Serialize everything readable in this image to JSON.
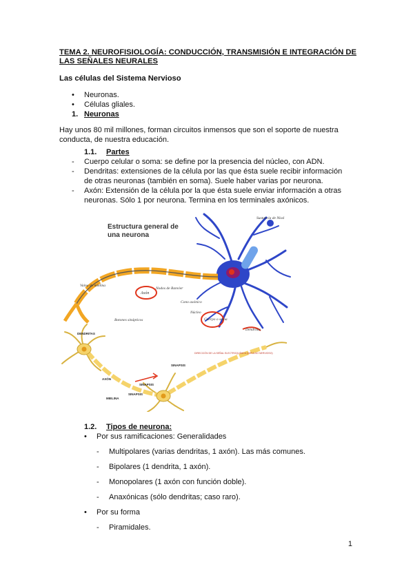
{
  "title": "TEMA 2. NEUROFISIOLOGÍA: CONDUCCIÓN, TRANSMISIÓN E INTEGRACIÓN DE LAS SEÑALES NEURALES",
  "section_heading": "Las células del Sistema Nervioso",
  "top_bullets": [
    "Neuronas.",
    "Células gliales."
  ],
  "section1": {
    "number": "1.",
    "label": "Neuronas"
  },
  "intro_lines": [
    "Hay unos 80 mil millones, forman circuitos inmensos que son el soporte de nuestra",
    "conducta, de nuestra educación."
  ],
  "sub11": {
    "number": "1.1.",
    "label": "Partes"
  },
  "parts_lines": [
    "Cuerpo celular o soma: se define por la presencia del núcleo, con ADN.",
    "Dendritas: extensiones de la célula por las que ésta suele recibir información",
    "de otras neuronas (también en soma). Suele haber varias por neurona.",
    "Axón: Extensión de la célula por la que ésta suele enviar información a otras",
    "neuronas. Sólo 1 por neurona. Termina en los terminales axónicos."
  ],
  "figure": {
    "heading_line1": "Estructura general de",
    "heading_line2": "una neurona",
    "labels": {
      "sustancia": "Sustancia de Nissl",
      "vaina": "Vaina de mielina",
      "nodos": "Nodos de Ranvier",
      "axon": "Axón",
      "cono": "Cono axónico",
      "nucleo": "Núcleo",
      "cuerpo": "Cuerpo o soma",
      "dendritas": "Dendritas",
      "botones": "Botones sinápticos"
    },
    "lower_labels": {
      "dendritas": "DENDRITAS",
      "direccion": "DIRECCIÓN DE LA SEÑAL ELECTROQUÍMICA (IMPULSO NERVIOSO)",
      "sinapsis1": "SINAPSIS",
      "axon": "AXÓN",
      "sinapsis2": "SINAPSIS",
      "sinapsis3": "SINAPSIS",
      "mielina": "MIELINA"
    },
    "colors": {
      "neuron_blue": "#2e46c8",
      "axon_orange": "#f2a623",
      "circle_red": "#e0341b",
      "yellow_neuron": "#f5d36a"
    }
  },
  "sub12": {
    "number": "1.2.",
    "label": "Tipos de neurona:"
  },
  "ramificaciones": "Por sus ramificaciones: Generalidades",
  "ramificaciones_items": [
    "Multipolares (varias dendritas, 1 axón). Las más comunes.",
    "Bipolares (1 dendrita, 1 axón).",
    "Monopolares (1 axón con función doble).",
    "Anaxónicas (sólo dendritas; caso raro)."
  ],
  "forma": "Por su forma",
  "forma_items": [
    "Piramidales."
  ],
  "page_number": "1"
}
